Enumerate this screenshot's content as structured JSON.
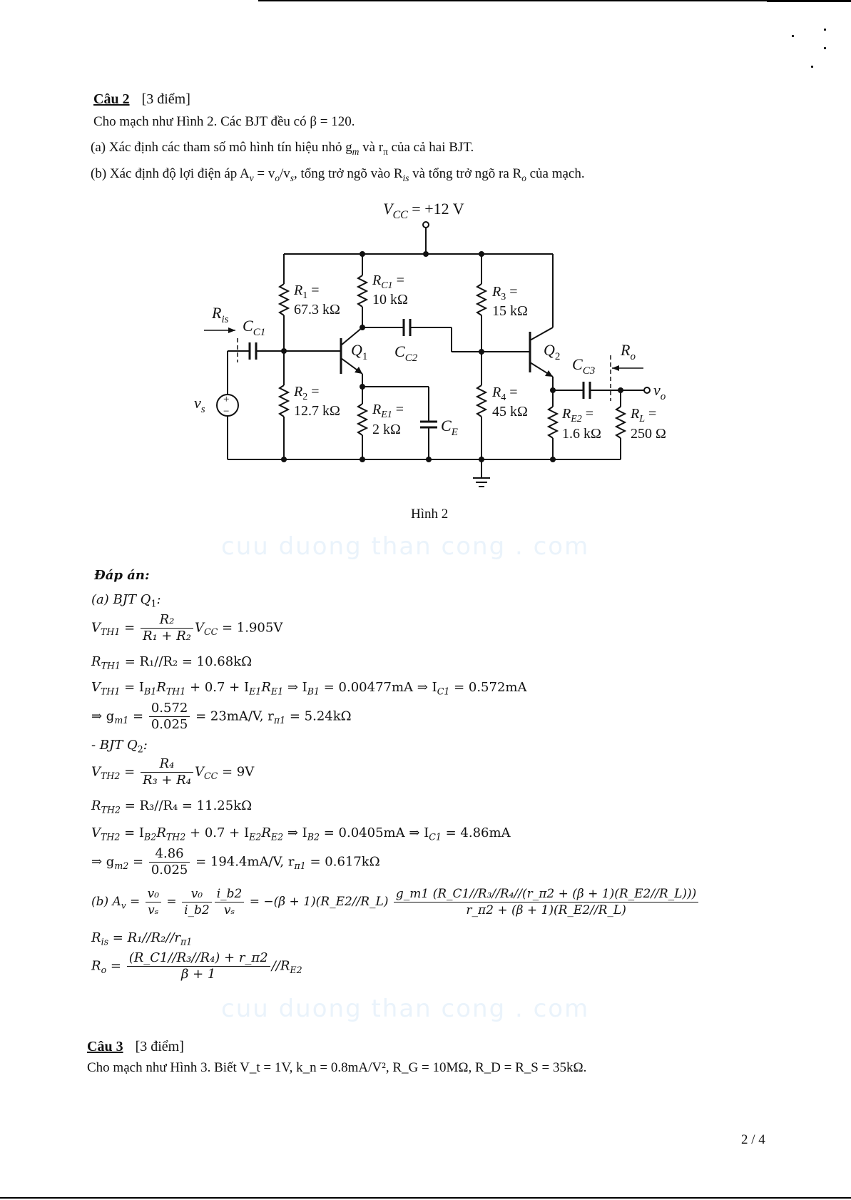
{
  "question2": {
    "label": "Câu 2",
    "points": "[3 điểm]",
    "intro": "Cho mạch như Hình 2. Các BJT đều có β = 120.",
    "part_a": "(a) Xác định các tham số mô hình tín hiệu nhỏ g",
    "part_a_sub": "m",
    "part_a_mid": " và r",
    "part_a_sub2": "π",
    "part_a_end": " của cả hai BJT.",
    "part_b_1": "(b) Xác định độ lợi điện áp A",
    "part_b_sub_v": "v",
    "part_b_2": " = v",
    "part_b_sub_o": "o",
    "part_b_3": "/v",
    "part_b_sub_s": "s",
    "part_b_4": ", tổng trở ngõ vào R",
    "part_b_sub_is": "is",
    "part_b_5": " và tổng trở ngõ ra R",
    "part_b_sub_o2": "o",
    "part_b_6": " của mạch."
  },
  "figure": {
    "caption": "Hình 2",
    "vcc": "V",
    "vcc_sub": "CC",
    "vcc_val": " = +12 V",
    "R1": "R",
    "R1_sub": "1",
    "R1_val": "67.3 kΩ",
    "R2": "R",
    "R2_sub": "2",
    "R2_val": "12.7 kΩ",
    "RC1": "R",
    "RC1_sub": "C1",
    "RC1_val": "10 kΩ",
    "RE1": "R",
    "RE1_sub": "E1",
    "RE1_val": "2 kΩ",
    "R3": "R",
    "R3_sub": "3",
    "R3_val": "15 kΩ",
    "R4": "R",
    "R4_sub": "4",
    "R4_val": "45 kΩ",
    "RE2": "R",
    "RE2_sub": "E2",
    "RE2_val": "1.6 kΩ",
    "RL": "R",
    "RL_sub": "L",
    "RL_val": "250 Ω",
    "CC1": "C",
    "CC1_sub": "C1",
    "CC2": "C",
    "CC2_sub": "C2",
    "CC3": "C",
    "CC3_sub": "C3",
    "CE": "C",
    "CE_sub": "E",
    "Q1": "Q",
    "Q1_sub": "1",
    "Q2": "Q",
    "Q2_sub": "2",
    "Ris": "R",
    "Ris_sub": "is",
    "Ro": "R",
    "Ro_sub": "o",
    "vs": "v",
    "vs_sub": "s",
    "vo": "v",
    "vo_sub": "o",
    "plus": "+",
    "minus": "−",
    "eq": "="
  },
  "watermark": "cuu duong than cong . com",
  "answer": {
    "heading": "Đáp án:",
    "a_q1": "(a) BJT Q",
    "a_q1_sub": "1",
    "a_q1_colon": ":",
    "vth1_lhs": "V",
    "vth1_lhs_sub": "TH1",
    "vth1_num": "R₂",
    "vth1_den": "R₁ + R₂",
    "vth1_rhs": "V",
    "vth1_rhs_sub": "CC",
    "vth1_result": " = 1.905V",
    "rth1": "R",
    "rth1_sub": "TH1",
    "rth1_rest": " = R₁//R₂ = 10.68kΩ",
    "kvl1": "V",
    "kvl1_sub": "TH1",
    "kvl1_rest": " = I",
    "kvl1_b": "B1",
    "kvl1_r": "R",
    "kvl1_r_sub": "TH1",
    "kvl1_plus": " + 0.7 + I",
    "kvl1_e": "E1",
    "kvl1_re": "R",
    "kvl1_re_sub": "E1",
    "kvl1_arrow": " ⇒ I",
    "kvl1_ib": "B1",
    "kvl1_ib_val": " = 0.00477mA ⇒ I",
    "kvl1_ic": "C1",
    "kvl1_ic_val": " = 0.572mA",
    "gm1_pre": "⇒ g",
    "gm1_sub": "m1",
    "gm1_eq": " = ",
    "gm1_num": "0.572",
    "gm1_den": "0.025",
    "gm1_result": " = 23mA/V, r",
    "gm1_rpi_sub": "π1",
    "gm1_rpi_val": " = 5.24kΩ",
    "q2_heading": "- BJT Q",
    "q2_heading_sub": "2",
    "q2_heading_colon": ":",
    "vth2_lhs": "V",
    "vth2_lhs_sub": "TH2",
    "vth2_num": "R₄",
    "vth2_den": "R₃ + R₄",
    "vth2_rhs": "V",
    "vth2_rhs_sub": "CC",
    "vth2_result": " = 9V",
    "rth2": "R",
    "rth2_sub": "TH2",
    "rth2_rest": " = R₃//R₄ = 11.25kΩ",
    "kvl2": "V",
    "kvl2_sub": "TH2",
    "kvl2_rest": " = I",
    "kvl2_b": "B2",
    "kvl2_r": "R",
    "kvl2_r_sub": "TH2",
    "kvl2_plus": " + 0.7 + I",
    "kvl2_e": "E2",
    "kvl2_re": "R",
    "kvl2_re_sub": "E2",
    "kvl2_arrow": " ⇒ I",
    "kvl2_ib": "B2",
    "kvl2_ib_val": " = 0.0405mA ⇒ I",
    "kvl2_ic": "C1",
    "kvl2_ic_val": " = 4.86mA",
    "gm2_pre": "⇒ g",
    "gm2_sub": "m2",
    "gm2_eq": " = ",
    "gm2_num": "4.86",
    "gm2_den": "0.025",
    "gm2_result": " = 194.4mA/V, r",
    "gm2_rpi_sub": "π1",
    "gm2_rpi_val": " = 0.617kΩ",
    "b_pre": "(b) A",
    "b_pre_sub": "v",
    "b_eq": " = ",
    "b_f1_num": "v₀",
    "b_f1_den": "vₛ",
    "b_f2_num": "v₀",
    "b_f2_den": "i_b2",
    "b_f3_num": "i_b2",
    "b_f3_den": "vₛ",
    "b_mid": " = −(β + 1)(R_E2//R_L) ",
    "b_big_num": "g_m1 (R_C1//R₃//R₄//(r_π2 + (β + 1)(R_E2//R_L)))",
    "b_big_den": "r_π2 + (β + 1)(R_E2//R_L)",
    "ris": "R",
    "ris_sub": "is",
    "ris_rest": " = R₁//R₂//r",
    "ris_rpi_sub": "π1",
    "ro": "R",
    "ro_sub": "o",
    "ro_eq": " = ",
    "ro_num": "(R_C1//R₃//R₄) + r_π2",
    "ro_den": "β + 1",
    "ro_tail": "//R",
    "ro_tail_sub": "E2"
  },
  "question3": {
    "label": "Câu 3",
    "points": "[3 điểm]",
    "text": "Cho mạch như Hình 3. Biết V_t = 1V, k_n = 0.8mA/V², R_G = 10MΩ, R_D = R_S = 35kΩ."
  },
  "footer": {
    "page": "2 / 4"
  }
}
